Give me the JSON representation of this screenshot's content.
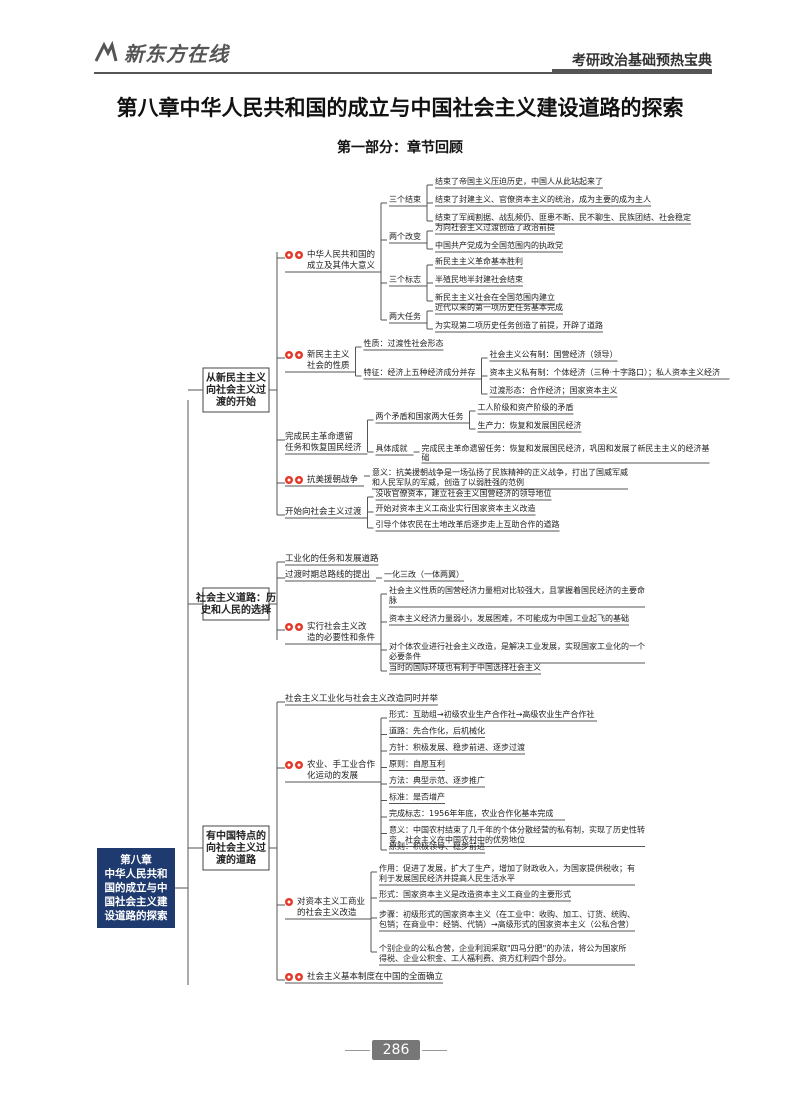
{
  "header": {
    "logo_text": "新东方在线",
    "book_title": "考研政治基础预热宝典"
  },
  "title": "第八章中华人民共和国的成立与中国社会主义建设道路的探索",
  "subtitle": "第一部分：章节回顾",
  "root": "第八章 中华人民共和国的成立与中国社会主义建设道路的探索",
  "root_lines": [
    "第八章",
    "中华人民共和",
    "国的成立与中",
    "国社会主义建",
    "设道路的探索"
  ],
  "branches": [
    {
      "label_lines": [
        "从新民主主义",
        "向社会主义过",
        "渡的开始"
      ],
      "children": [
        {
          "label_lines": [
            "中华人民共和国的",
            "成立及其伟大意义"
          ],
          "badges": 2,
          "children": [
            {
              "label": "三个结束",
              "items": [
                "结束了帝国主义压迫历史，中国人从此站起来了",
                "结束了封建主义、官僚资本主义的统治，成为主要的成为主人",
                "结束了军阀割据、战乱频仍、匪患不断、民不聊生、民族团结、社会稳定"
              ]
            },
            {
              "label": "两个改变",
              "items": [
                "为向社会主义过渡创造了政治前提",
                "中国共产党成为全国范围内的执政党"
              ]
            },
            {
              "label": "三个标志",
              "items": [
                "新民主主义革命基本胜利",
                "半殖民地半封建社会结束",
                "新民主主义社会在全国范围内建立"
              ]
            },
            {
              "label": "两大任务",
              "items": [
                "近代以来的第一项历史任务基本完成",
                "为实现第二项历史任务创造了前提，开辟了道路"
              ]
            }
          ]
        },
        {
          "label_lines": [
            "新民主主义",
            "社会的性质"
          ],
          "badges": 2,
          "children": [
            {
              "label": "性质：过渡性社会形态",
              "items": []
            },
            {
              "label": "特征：经济上五种经济成分并存",
              "items": [
                "社会主义公有制：国营经济（领导）",
                "资本主义私有制：个体经济（三种·十字路口）；私人资本主义经济",
                "过渡形态：合作经济；国家资本主义"
              ]
            }
          ]
        },
        {
          "label_lines": [
            "完成民主革命遗留",
            "任务和恢复国民经济"
          ],
          "badges": 0,
          "children": [
            {
              "label": "两个矛盾和国家两大任务",
              "items": [
                "工人阶级和资产阶级的矛盾",
                "生产力：恢复和发展国民经济"
              ]
            },
            {
              "label": "具体成就",
              "items": [
                "完成民主革命遗留任务：恢复和发展国民经济，巩固和发展了新民主主义的经济基础"
              ]
            }
          ]
        },
        {
          "label_lines": [
            "抗美援朝战争"
          ],
          "badges": 2,
          "children": [
            {
              "label": "意义：抗美援朝战争是一场弘扬了民族精神的正义战争，打出了国威军威和人民军队的军威，创造了以弱胜强的范例",
              "items": []
            }
          ]
        },
        {
          "label_lines": [
            "开始向社会主义过渡"
          ],
          "badges": 0,
          "children": [
            {
              "label": "没收官僚资本，建立社会主义国营经济的领导地位",
              "items": []
            },
            {
              "label": "开始对资本主义工商业实行国家资本主义改造",
              "items": []
            },
            {
              "label": "引导个体农民在土地改革后逐步走上互助合作的道路",
              "items": []
            }
          ]
        }
      ]
    },
    {
      "label_lines": [
        "社会主义道路：历",
        "史和人民的选择"
      ],
      "children": [
        {
          "label_lines": [
            "工业化的任务和发展道路"
          ],
          "badges": 0,
          "children": []
        },
        {
          "label_lines": [
            "过渡时期总路线的提出"
          ],
          "badges": 0,
          "children": [
            {
              "label": "一化三改（一体两翼）",
              "items": []
            }
          ]
        },
        {
          "label_lines": [
            "实行社会主义改",
            "造的必要性和条件"
          ],
          "badges": 2,
          "children": [
            {
              "label": "社会主义性质的国营经济力量相对比较强大，且掌握着国民经济的主要命脉",
              "items": []
            },
            {
              "label": "资本主义经济力量弱小，发展困难，不可能成为中国工业起飞的基础",
              "items": []
            },
            {
              "label": "对个体农业进行社会主义改造，是解决工业发展，实现国家工业化的一个必要条件",
              "items": []
            },
            {
              "label": "当时的国际环境也有利于中国选择社会主义",
              "items": []
            }
          ]
        }
      ]
    },
    {
      "label_lines": [
        "有中国特点的",
        "向社会主义过",
        "渡的道路"
      ],
      "children": [
        {
          "label_lines": [
            "社会主义工业化与社会主义改造同时并举"
          ],
          "badges": 0,
          "children": []
        },
        {
          "label_lines": [
            "农业、手工业合作",
            "化运动的发展"
          ],
          "badges": 2,
          "children": [
            {
              "label": "形式：互助组→初级农业生产合作社→高级农业生产合作社",
              "items": []
            },
            {
              "label": "道路：先合作化，后机械化",
              "items": []
            },
            {
              "label": "方针：积极发展、稳步前进、逐步过渡",
              "items": []
            },
            {
              "label": "原则：自愿互利",
              "items": []
            },
            {
              "label": "方法：典型示范、逐步推广",
              "items": []
            },
            {
              "label": "标准：是否增产",
              "items": []
            },
            {
              "label": "完成标志：1956年年底，农业合作化基本完成",
              "items": []
            },
            {
              "label": "意义：中国农村结束了几千年的个体分散经营的私有制，实现了历史性转变，社会主义在中国农村中的优势地位",
              "items": []
            },
            {
              "label": "原则：积极领导、稳步前进",
              "items": []
            }
          ]
        },
        {
          "label_lines": [
            "对资本主义工商业",
            "的社会主义改造"
          ],
          "badges": 1,
          "children": [
            {
              "label": "作用：促进了发展，扩大了生产，增加了财政收入，为国家提供税收；有利于发展国民经济并提高人民生活水平",
              "items": []
            },
            {
              "label": "形式：国家资本主义是改造资本主义工商业的主要形式",
              "items": []
            },
            {
              "label": "步骤：初级形式的国家资本主义（在工业中：收购、加工、订货、统购、包销；在商业中：经销、代销）→高级形式的国家资本主义（公私合营）",
              "items": []
            },
            {
              "label": "个别企业的公私合营，企业利润采取\"四马分肥\"的办法，将公为国家所得税、企业公积金、工人福利费、资方红利四个部分。",
              "items": []
            }
          ]
        },
        {
          "label_lines": [
            "社会主义基本制度在中国的全面确立"
          ],
          "badges": 2,
          "children": []
        }
      ]
    }
  ],
  "footer": {
    "page_number": "286"
  },
  "colors": {
    "root_bg": "#1f3a6e",
    "badge": "#e23a2a",
    "line": "#555555"
  }
}
